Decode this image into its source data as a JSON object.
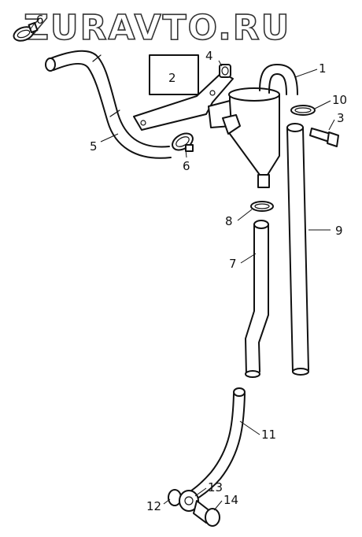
{
  "watermark": "ZURAVTO.RU",
  "colors": {
    "ink": "#111111",
    "background": "#ffffff"
  },
  "callouts": {
    "c1": "1",
    "c2": "2",
    "c3": "3",
    "c4": "4",
    "c5": "5",
    "c6a": "6",
    "c6b": "6",
    "c7": "7",
    "c8": "8",
    "c9": "9",
    "c10": "10",
    "c11": "11",
    "c12": "12",
    "c13": "13",
    "c14": "14"
  }
}
